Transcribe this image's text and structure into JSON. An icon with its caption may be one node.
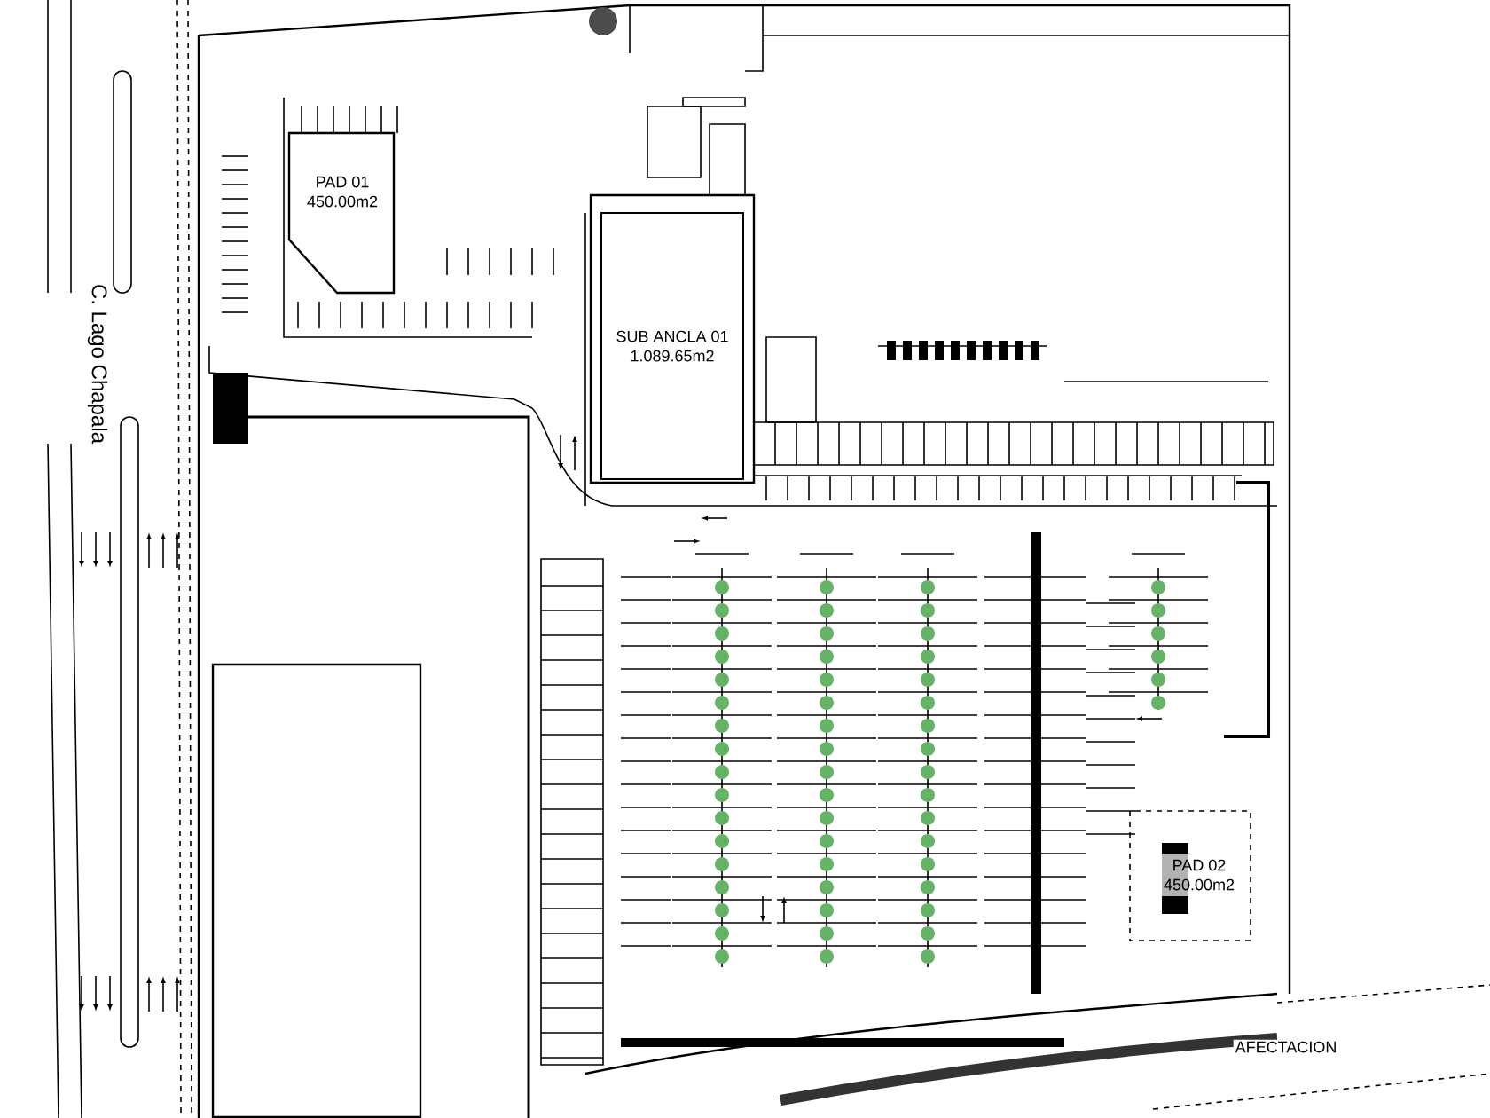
{
  "diagram": {
    "nodes": [
      {
        "text": [
          "PAD 01",
          "450.00m2"
        ]
      },
      {
        "text": [
          "SUB ANCLA 01",
          "1.089.65m2"
        ]
      },
      {
        "text": [],
        "shape": "box"
      },
      {
        "text": [
          "PAD 02",
          "450.00m2"
        ]
      }
    ],
    "labels": [
      "C. Lago Chapala",
      "AFECTACION"
    ]
  }
}
